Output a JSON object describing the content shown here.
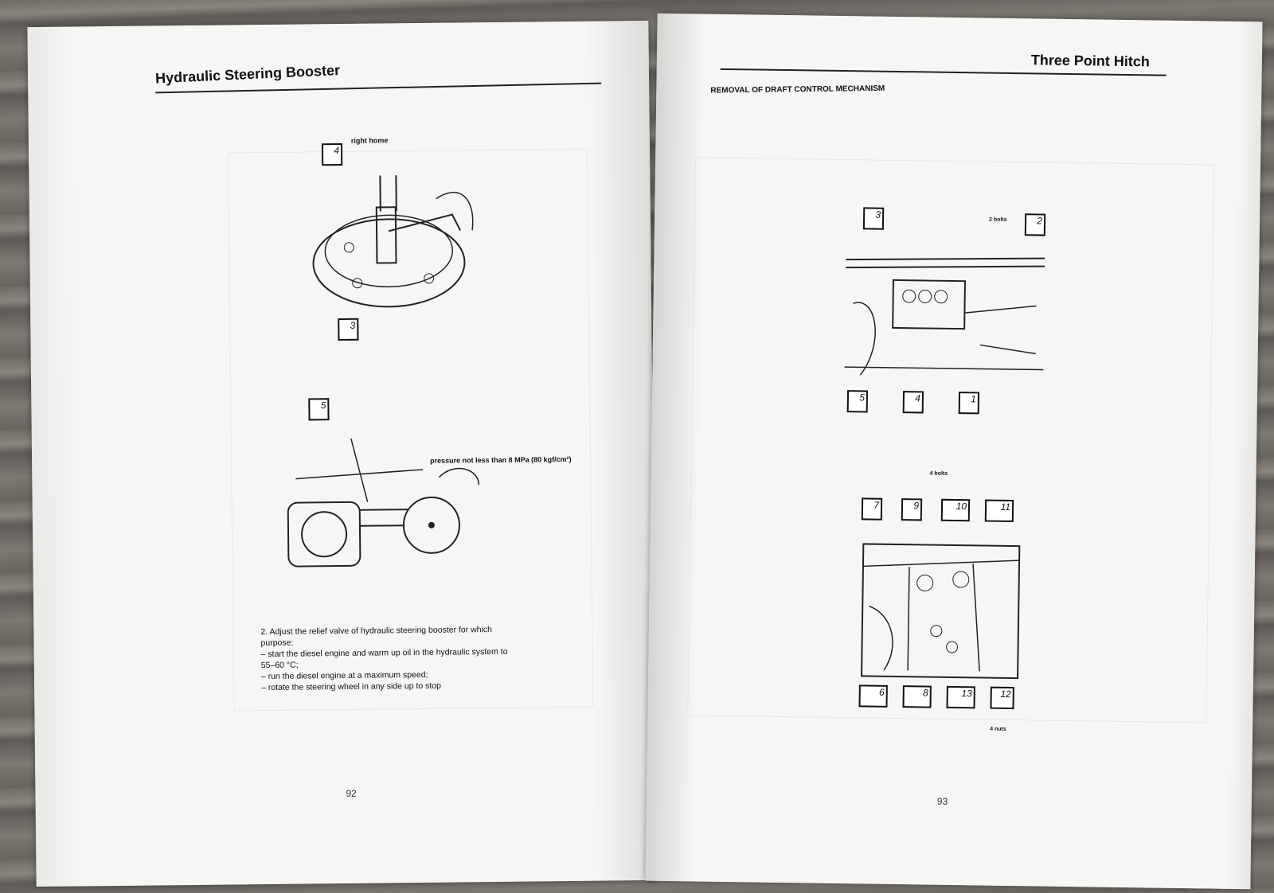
{
  "left_page": {
    "header": "Hydraulic Steering Booster",
    "fig1_label": "right home",
    "fig1_callouts": [
      "4",
      "3"
    ],
    "fig2_callouts": [
      "5"
    ],
    "fig2_label": "pressure not less than 8 MPa (80 kgf/cm²)",
    "step_text": [
      "2. Adjust the relief valve of hydraulic steering booster for which purpose:",
      "– start the diesel engine and warm up oil in the hydraulic system to 55–60 °C;",
      "– run the diesel engine at a maximum speed;",
      "– rotate the steering wheel in any side up to stop"
    ],
    "page_number": "92"
  },
  "right_page": {
    "header": "Three Point Hitch",
    "subheader": "REMOVAL OF DRAFT CONTROL MECHANISM",
    "fig1_top_callouts": [
      "3",
      "2"
    ],
    "fig1_label": "2 bolts",
    "fig1_bottom_callouts": [
      "5",
      "4",
      "1"
    ],
    "fig2_label_top": "4 bolts",
    "fig2_top_callouts": [
      "7",
      "9",
      "10",
      "11"
    ],
    "fig2_bottom_callouts": [
      "6",
      "8",
      "13",
      "12"
    ],
    "fig2_label_bottom": "4 nuts",
    "page_number": "93"
  }
}
